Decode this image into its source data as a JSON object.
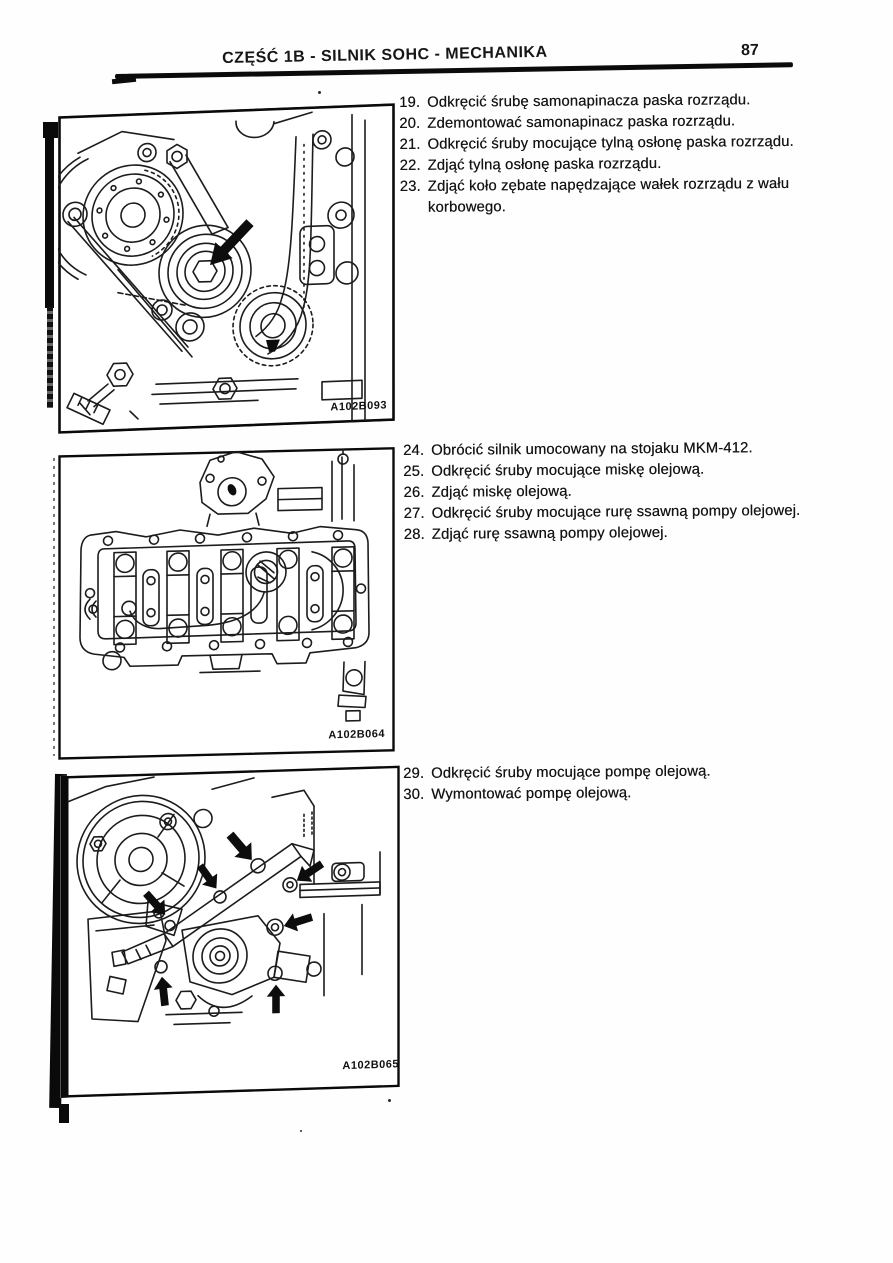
{
  "header": {
    "title": "CZĘŚĆ 1B - SILNIK SOHC - MECHANIKA",
    "page_number": "87"
  },
  "figures": [
    {
      "label": "A102B093"
    },
    {
      "label": "A102B064"
    },
    {
      "label": "A102B065"
    }
  ],
  "instruction_blocks": [
    {
      "items": [
        {
          "num": "19.",
          "text": "Odkręcić śrubę samonapinacza paska rozrządu."
        },
        {
          "num": "20.",
          "text": "Zdemontować samonapinacz paska rozrządu."
        },
        {
          "num": "21.",
          "text": "Odkręcić śruby mocujące tylną osłonę paska rozrządu."
        },
        {
          "num": "22.",
          "text": "Zdjąć tylną osłonę paska rozrządu."
        },
        {
          "num": "23.",
          "text": "Zdjąć koło zębate napędzające wałek rozrządu z wału korbowego."
        }
      ]
    },
    {
      "items": [
        {
          "num": "24.",
          "text": "Obrócić silnik umocowany na stojaku MKM-412."
        },
        {
          "num": "25.",
          "text": "Odkręcić śruby mocujące miskę olejową."
        },
        {
          "num": "26.",
          "text": "Zdjąć miskę olejową."
        },
        {
          "num": "27.",
          "text": "Odkręcić śruby mocujące rurę ssawną pompy olejowej."
        },
        {
          "num": "28.",
          "text": "Zdjąć rurę ssawną pompy olejowej."
        }
      ]
    },
    {
      "items": [
        {
          "num": "29.",
          "text": "Odkręcić śruby mocujące pompę olejową."
        },
        {
          "num": "30.",
          "text": "Wymontować pompę olejową."
        }
      ]
    }
  ]
}
